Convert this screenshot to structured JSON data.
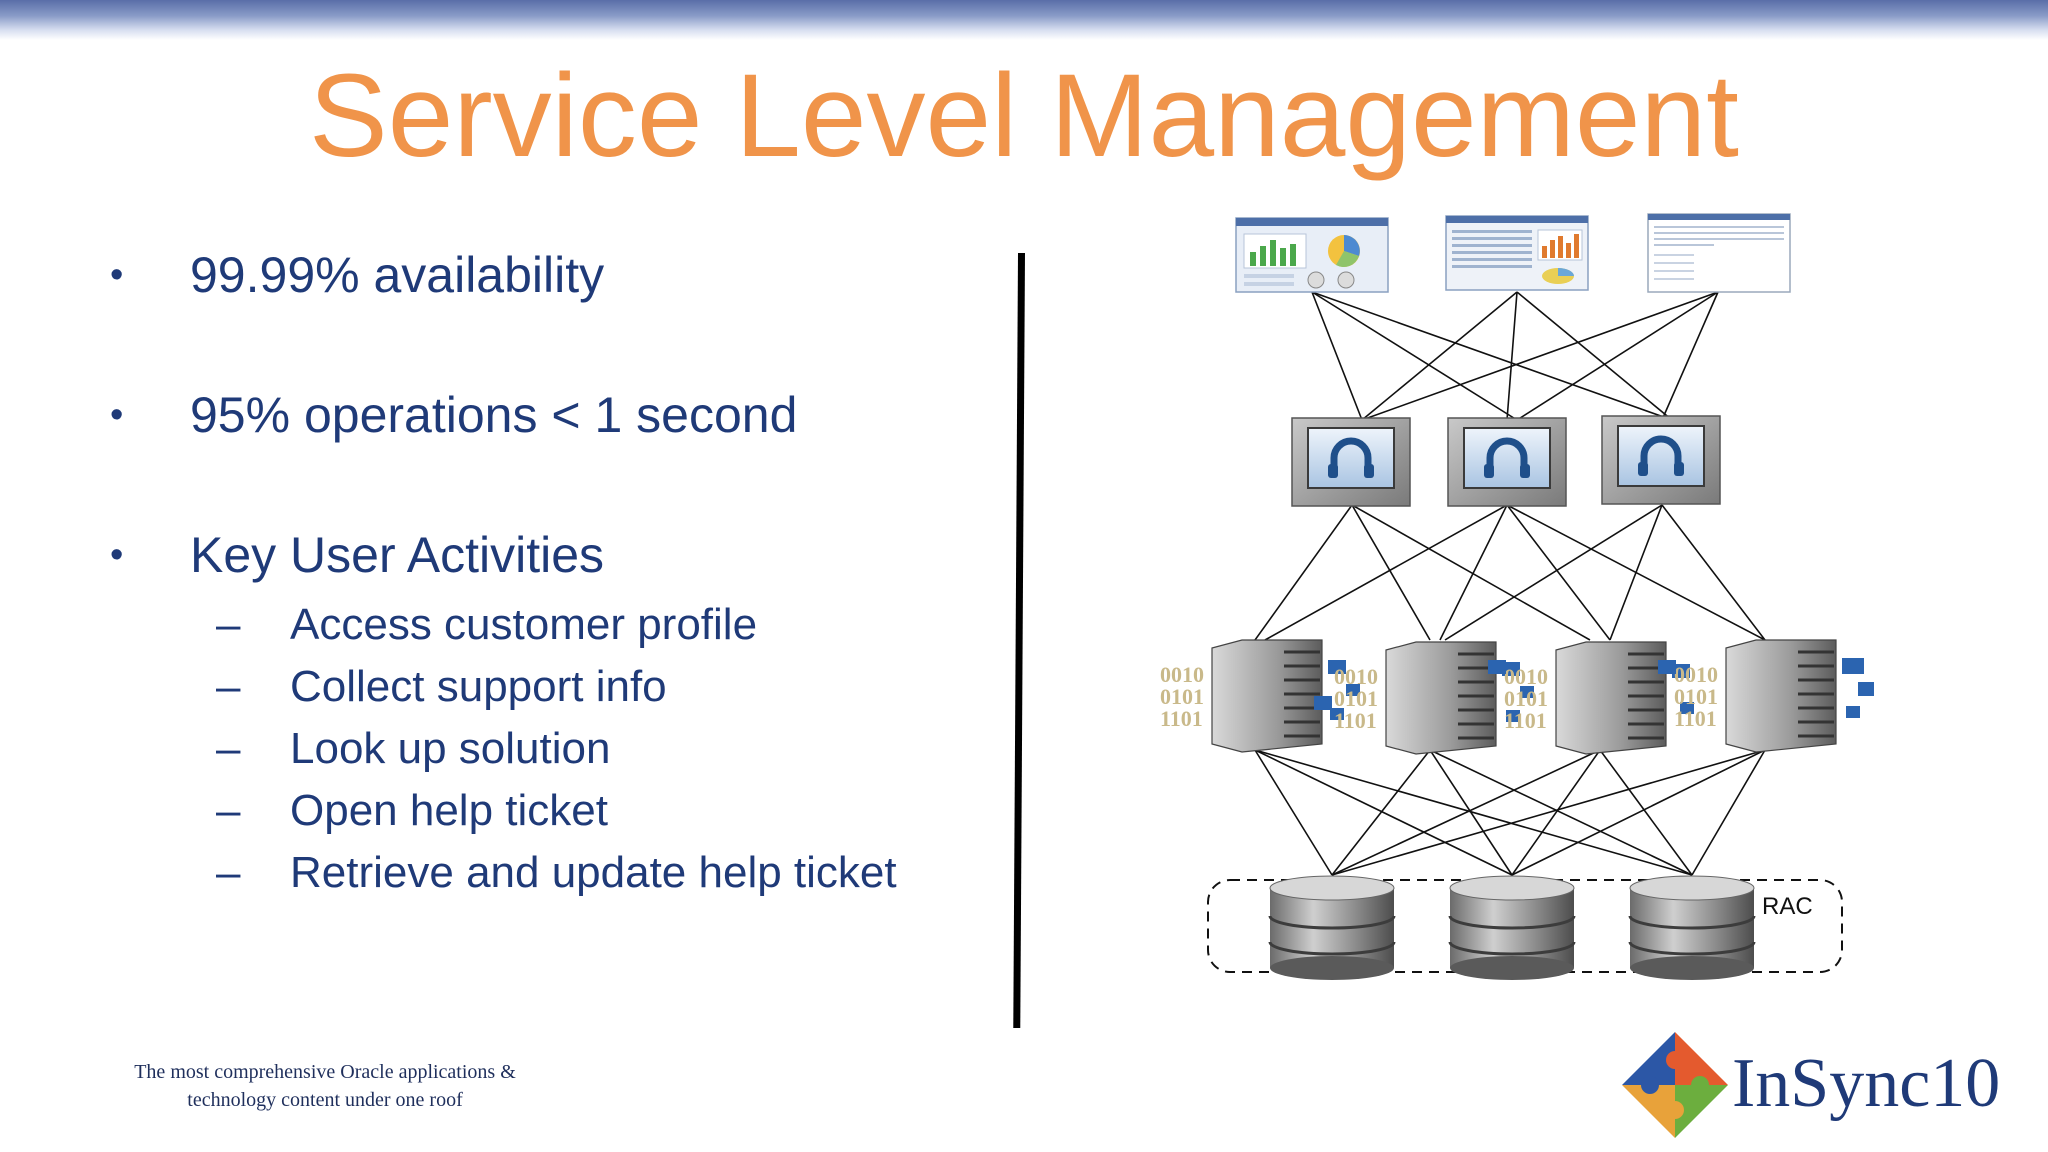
{
  "slide": {
    "title": "Service Level Management",
    "bullets": [
      {
        "text": "99.99% availability"
      },
      {
        "text": "95% operations < 1 second"
      },
      {
        "text": "Key User Activities"
      }
    ],
    "bullet_glyph": "•",
    "dash_glyph": "–",
    "sub_items": [
      {
        "text": "Access customer profile"
      },
      {
        "text": "Collect support info"
      },
      {
        "text": "Look up solution"
      },
      {
        "text": "Open help ticket"
      },
      {
        "text": "Retrieve and update help ticket"
      }
    ]
  },
  "diagram": {
    "cluster_label": "RAC",
    "binary_text": [
      "0010",
      "0101",
      "1101"
    ],
    "icons": {
      "top_row": "dashboard-screenshot-icon",
      "middle_row": "support-headset-monitor-icon",
      "server_row": "server-icon",
      "bottom_row": "database-icon"
    }
  },
  "footer": {
    "tagline_line1": "The most comprehensive Oracle applications &",
    "tagline_line2": "technology content under one roof",
    "logo_text": "InSync10"
  },
  "colors": {
    "title": "#f0944a",
    "body_text": "#1f3a78",
    "logo_blue": "#1f3a78"
  }
}
